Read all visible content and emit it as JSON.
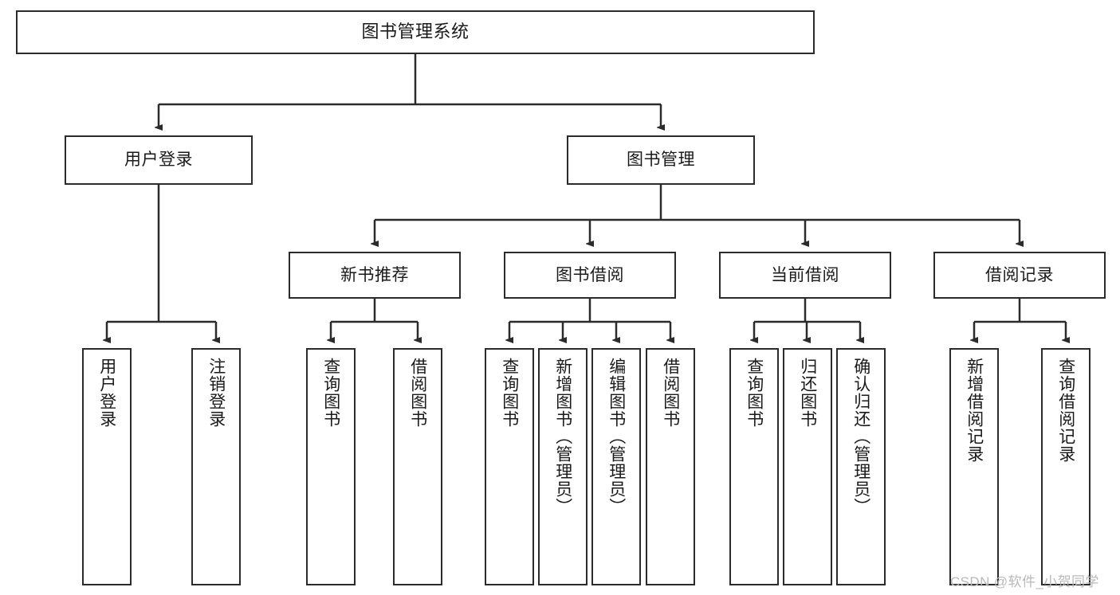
{
  "diagram": {
    "title": "图书管理系统",
    "type": "functional-structure-tree",
    "root": {
      "label": "图书管理系统"
    },
    "level2": [
      {
        "label": "用户登录"
      },
      {
        "label": "图书管理"
      }
    ],
    "level3": [
      {
        "label": "新书推荐"
      },
      {
        "label": "图书借阅"
      },
      {
        "label": "当前借阅"
      },
      {
        "label": "借阅记录"
      }
    ],
    "leaves": {
      "user_login": [
        {
          "label": "用户登录"
        },
        {
          "label": "注销登录"
        }
      ],
      "new_book_recommend": [
        {
          "label": "查询图书"
        },
        {
          "label": "借阅图书"
        }
      ],
      "book_borrow": [
        {
          "label": "查询图书"
        },
        {
          "label": "新增图书（管理员）"
        },
        {
          "label": "编辑图书（管理员）"
        },
        {
          "label": "借阅图书"
        }
      ],
      "current_borrow": [
        {
          "label": "查询图书"
        },
        {
          "label": "归还图书"
        },
        {
          "label": "确认归还（管理员）"
        }
      ],
      "borrow_record": [
        {
          "label": "新增借阅记录"
        },
        {
          "label": "查询借阅记录"
        }
      ]
    }
  },
  "watermark": {
    "text": "CSDN @软件_小贺同学"
  },
  "colors": {
    "background": "#ffffff",
    "stroke": "#2b2b2b",
    "text": "#1a1a1a",
    "watermark": "#b9b9b9"
  }
}
